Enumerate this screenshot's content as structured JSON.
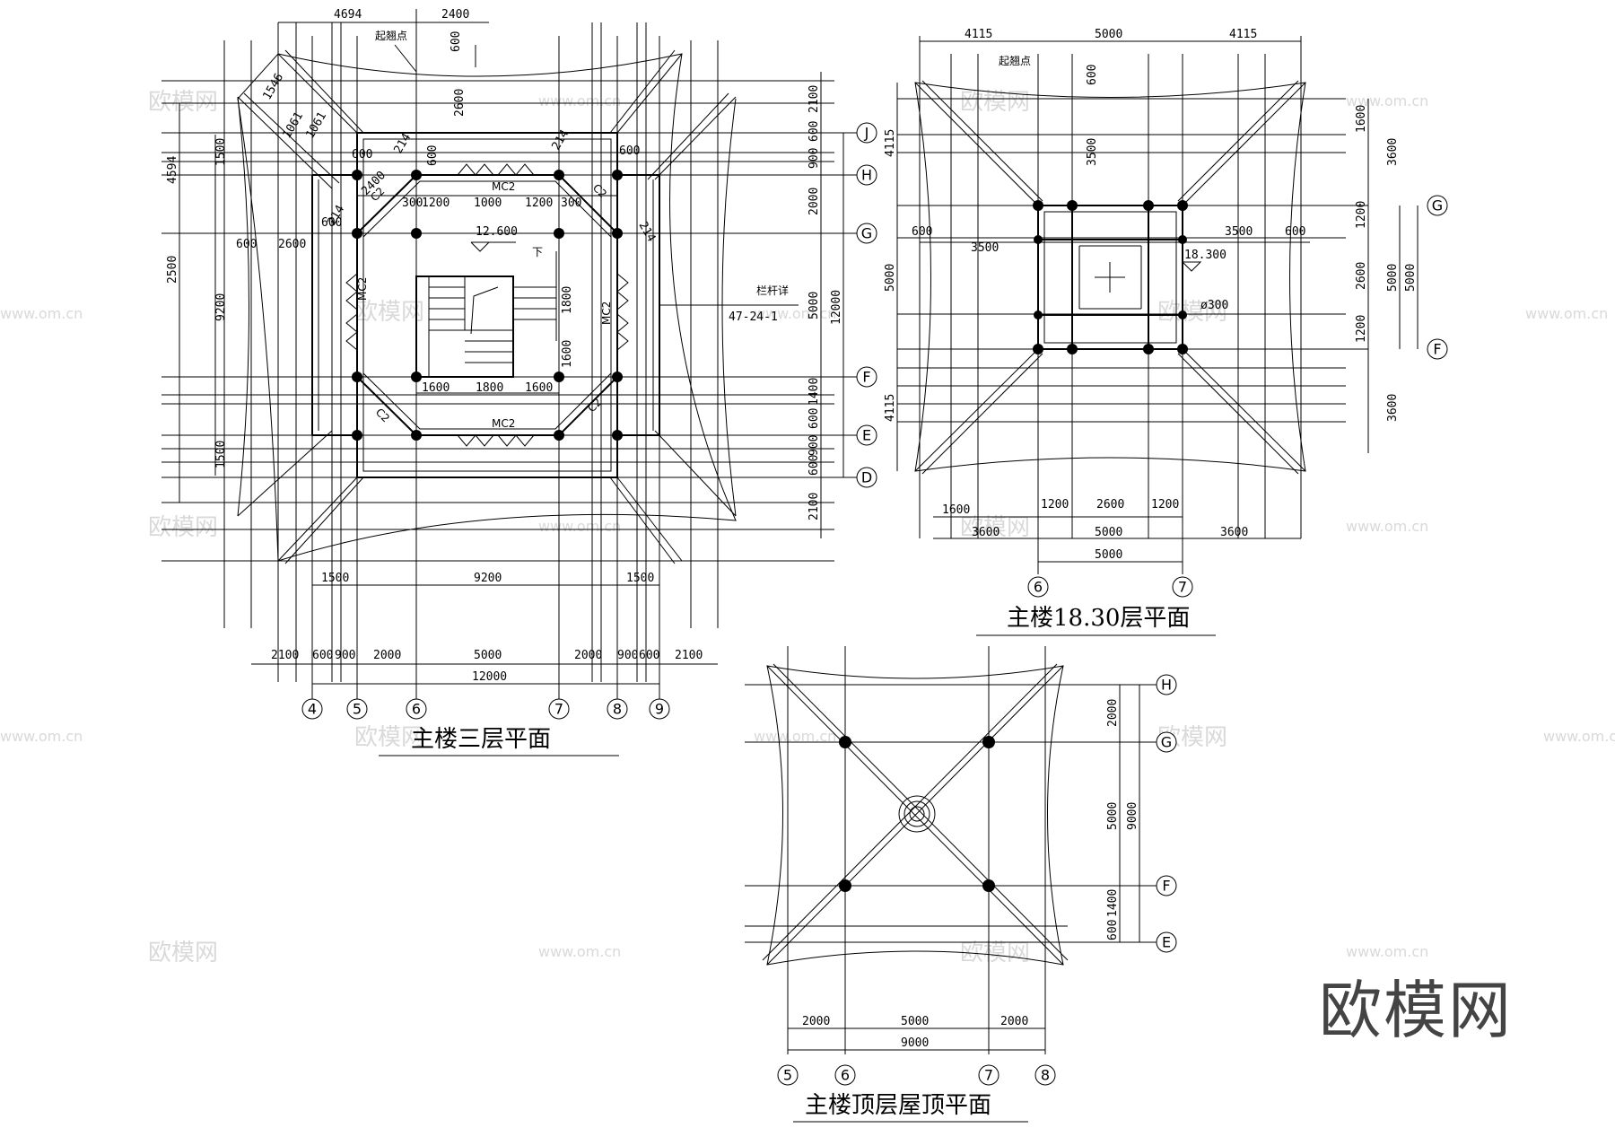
{
  "watermark": {
    "site": "www.om.cn",
    "brand": "欧模网"
  },
  "logo_text": "欧模网",
  "plans": {
    "third_floor": {
      "title": "主楼三层平面",
      "elevation": "12.600",
      "railing_note": "栏杆详",
      "railing_ref": "47-24-1",
      "start_point": "起翘点",
      "stair_label": "下",
      "door_label": "MC2",
      "window_label": "C2",
      "axes_bottom": [
        "4",
        "5",
        "6",
        "7",
        "8",
        "9"
      ],
      "axes_right": [
        "J",
        "H",
        "G",
        "F",
        "E",
        "D"
      ],
      "dims_top": [
        "4694",
        "2400",
        "600",
        "2600"
      ],
      "dims_bottom_1": [
        "1500",
        "9200",
        "1500"
      ],
      "dims_bottom_2": [
        "2100",
        "600",
        "900",
        "2000",
        "5000",
        "2000",
        "900",
        "600",
        "2100"
      ],
      "dims_bottom_total": "12000",
      "dims_right": [
        "2100",
        "600",
        "900",
        "2000",
        "5000",
        "1400",
        "600",
        "900",
        "600",
        "2100"
      ],
      "dims_right_total": "12000",
      "dims_left": [
        "1500",
        "4594",
        "2500",
        "9200",
        "1500"
      ],
      "dims_inner": [
        "1200",
        "1000",
        "1200",
        "300",
        "300",
        "1600",
        "1800",
        "1600",
        "1800",
        "1600",
        "600",
        "2600",
        "600",
        "214",
        "214",
        "214",
        "214",
        "2400",
        "1061",
        "1061",
        "1546",
        "600",
        "600",
        "600"
      ]
    },
    "level_18": {
      "title": "主楼18.30层平面",
      "elevation": "18.300",
      "column_size": "ø300",
      "start_point": "起翘点",
      "axes_bottom": [
        "6",
        "7"
      ],
      "axes_right": [
        "G",
        "F"
      ],
      "dims_top": [
        "4115",
        "5000",
        "4115"
      ],
      "dims_left": [
        "4115",
        "5000",
        "4115"
      ],
      "dims_inner": [
        "600",
        "3500",
        "3500",
        "600",
        "3500",
        "600"
      ],
      "dims_right": [
        "1600",
        "3600",
        "1200",
        "2600",
        "1200",
        "5000",
        "5000",
        "3600"
      ],
      "dims_bottom_1": [
        "1600",
        "1200",
        "2600",
        "1200"
      ],
      "dims_bottom_2": [
        "3600",
        "5000",
        "3600"
      ],
      "dims_bottom_total": "5000"
    },
    "roof": {
      "title": "主楼顶层屋顶平面",
      "axes_bottom": [
        "5",
        "6",
        "7",
        "8"
      ],
      "axes_right": [
        "H",
        "G",
        "F",
        "E"
      ],
      "dims_right": [
        "2000",
        "5000",
        "1400",
        "600"
      ],
      "dims_right_total": "9000",
      "dims_bottom": [
        "2000",
        "5000",
        "2000"
      ],
      "dims_bottom_total": "9000"
    }
  }
}
